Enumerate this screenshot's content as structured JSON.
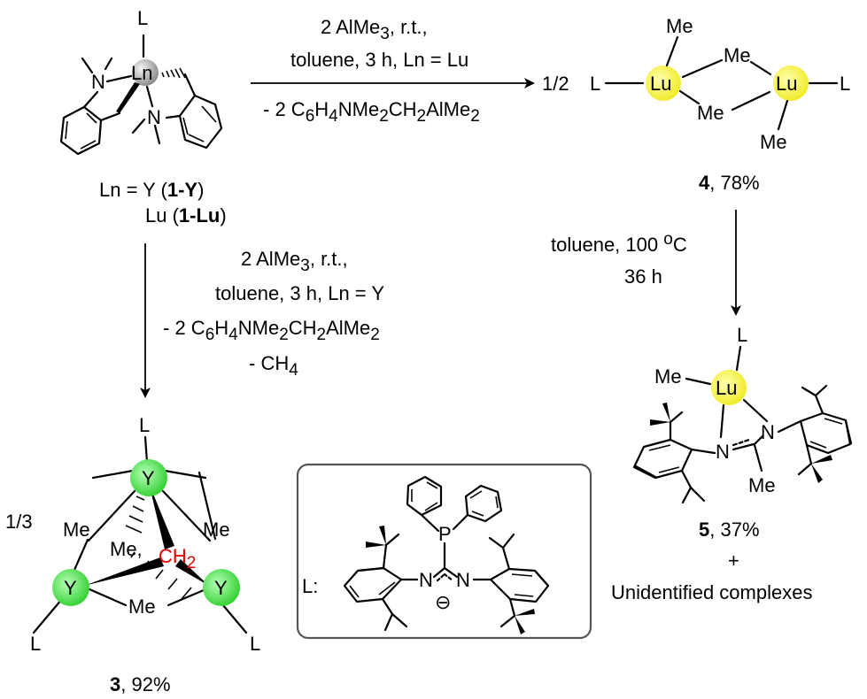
{
  "colors": {
    "gray_atom": "#9a9a9a",
    "yellow_atom": "#f2ee3a",
    "green_atom": "#3fd63f",
    "highlight_text": "#e00000"
  },
  "compound1": {
    "L": "L",
    "metal": "Ln",
    "N": "N",
    "label_line1_prefix": "Ln = Y (",
    "label_line1_bold": "1-Y",
    "label_line1_suffix": ")",
    "label_line2_prefix": "Lu (",
    "label_line2_bold": "1-Lu",
    "label_line2_suffix": ")"
  },
  "arrow_top": {
    "line1_prefix": "2 AlMe",
    "line1_sub": "3",
    "line1_suffix": ", r.t.,",
    "line2": "toluene, 3 h, Ln = Lu",
    "line3_prefix": "- 2 C",
    "line3_sub1": "6",
    "line3_mid": "H",
    "line3_sub2": "4",
    "line3_mid2": "NMe",
    "line3_sub3": "2",
    "line3_mid3": "CH",
    "line3_sub4": "2",
    "line3_mid4": "AlMe",
    "line3_sub5": "2"
  },
  "compound4": {
    "coef": "1/2",
    "L_left": "L",
    "L_right": "L",
    "metal_left": "Lu",
    "metal_right": "Lu",
    "me_top": "Me",
    "me_bridge_top": "Me",
    "me_bridge_bottom": "Me",
    "me_bottom": "Me",
    "label_bold": "4",
    "label_rest": ", 78%"
  },
  "arrow_right": {
    "line1_prefix": "toluene, 100 ",
    "line1_sup": "o",
    "line1_suffix": "C",
    "line2": "36 h"
  },
  "compound5": {
    "L": "L",
    "metal": "Lu",
    "me_left": "Me",
    "me_bottom": "Me",
    "N_left": "N",
    "N_right": "N",
    "label_bold": "5",
    "label_rest": ", 37%",
    "plus": "+",
    "other": "Unidentified complexes"
  },
  "arrow_left": {
    "line1_prefix": "2 AlMe",
    "line1_sub": "3",
    "line1_suffix": ", r.t.,",
    "line2": "toluene, 3 h, Ln = Y",
    "line3_prefix": "- 2 C",
    "line3_sub1": "6",
    "line3_mid": "H",
    "line3_sub2": "4",
    "line3_mid2": "NMe",
    "line3_sub3": "2",
    "line3_mid3": "CH",
    "line3_sub4": "2",
    "line3_mid4": "AlMe",
    "line3_sub5": "2",
    "line4_prefix": "- CH",
    "line4_sub": "4"
  },
  "compound3": {
    "coef": "1/3",
    "L_top": "L",
    "L_left": "L",
    "L_right": "L",
    "Y_top": "Y",
    "Y_left": "Y",
    "Y_right": "Y",
    "me_left": "Me",
    "me_right": "Me",
    "me_center": "Me,",
    "me_bottom": "Me",
    "ch2_prefix": "CH",
    "ch2_sub": "2",
    "label_bold": "3",
    "label_rest": ",  92%"
  },
  "ligand_box": {
    "prefix": "L:",
    "P": "P",
    "N_left": "N",
    "N_right": "N",
    "charge": "⊖"
  }
}
